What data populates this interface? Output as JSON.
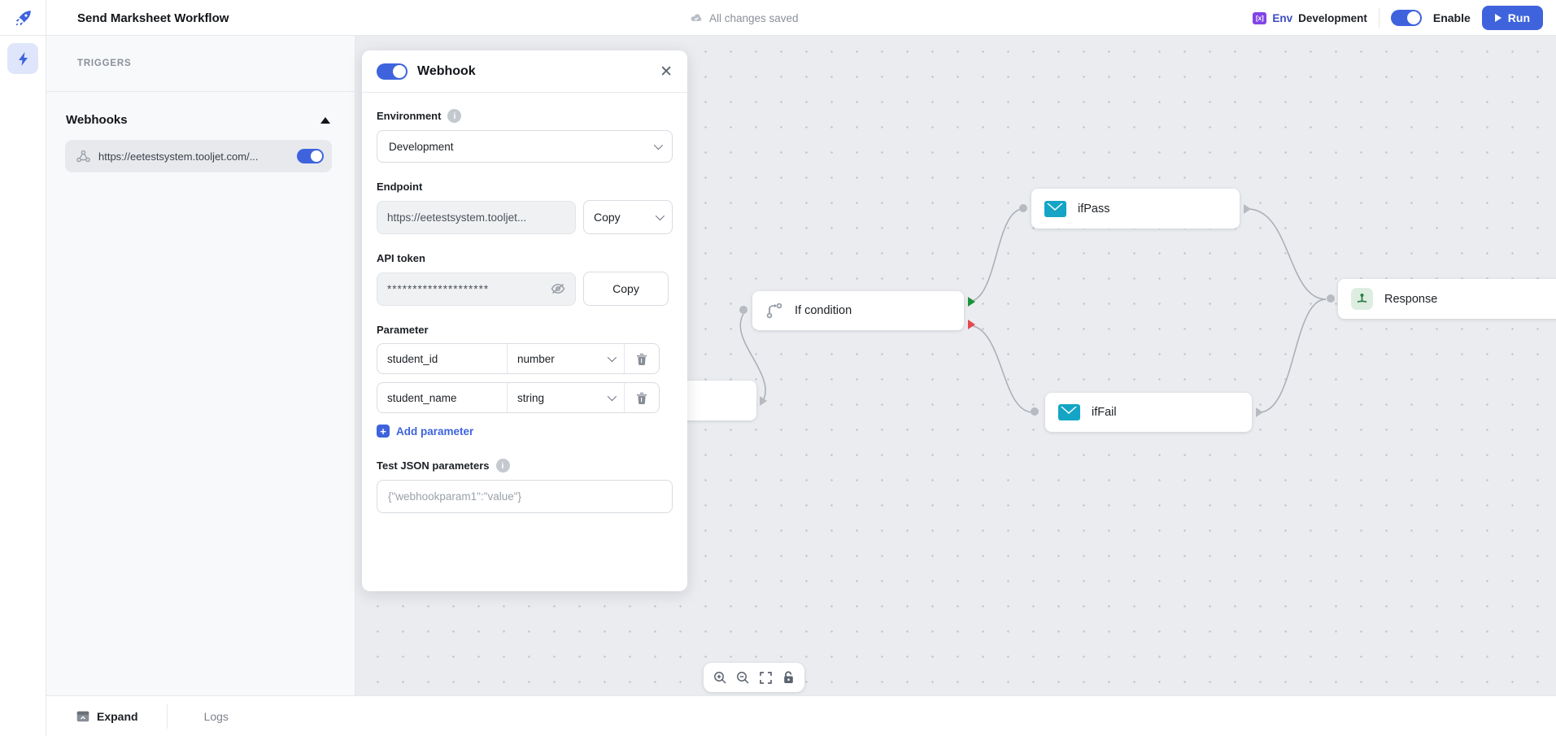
{
  "header": {
    "title": "Send Marksheet Workflow",
    "saved_status": "All changes saved",
    "env_icon_text": "[x]",
    "env_label": "Env",
    "env_value": "Development",
    "enable_label": "Enable",
    "run_label": "Run"
  },
  "sidebar": {
    "triggers_label": "TRIGGERS",
    "webhooks_title": "Webhooks",
    "webhook_url": "https://eetestsystem.tooljet.com/...",
    "webhook_enabled": true
  },
  "panel": {
    "title": "Webhook",
    "enabled": true,
    "environment": {
      "label": "Environment",
      "value": "Development"
    },
    "endpoint": {
      "label": "Endpoint",
      "value": "https://eetestsystem.tooljet...",
      "copy_label": "Copy"
    },
    "api_token": {
      "label": "API token",
      "masked_value": "********************",
      "copy_label": "Copy"
    },
    "parameters": {
      "label": "Parameter",
      "rows": [
        {
          "name": "student_id",
          "type": "number"
        },
        {
          "name": "student_name",
          "type": "string"
        }
      ],
      "add_label": "Add parameter"
    },
    "test_json": {
      "label": "Test JSON parameters",
      "placeholder": "{\"webhookparam1\":\"value\"}"
    }
  },
  "canvas": {
    "nodes": {
      "if_condition": "If condition",
      "if_pass": "ifPass",
      "if_fail": "ifFail",
      "response": "Response"
    }
  },
  "footer": {
    "expand_label": "Expand",
    "logs_label": "Logs"
  },
  "colors": {
    "accent": "#3E63DD",
    "envelope": "#14a5c6",
    "edge": "#a9adb4",
    "pass": "#1a9338",
    "fail": "#e5484d"
  }
}
